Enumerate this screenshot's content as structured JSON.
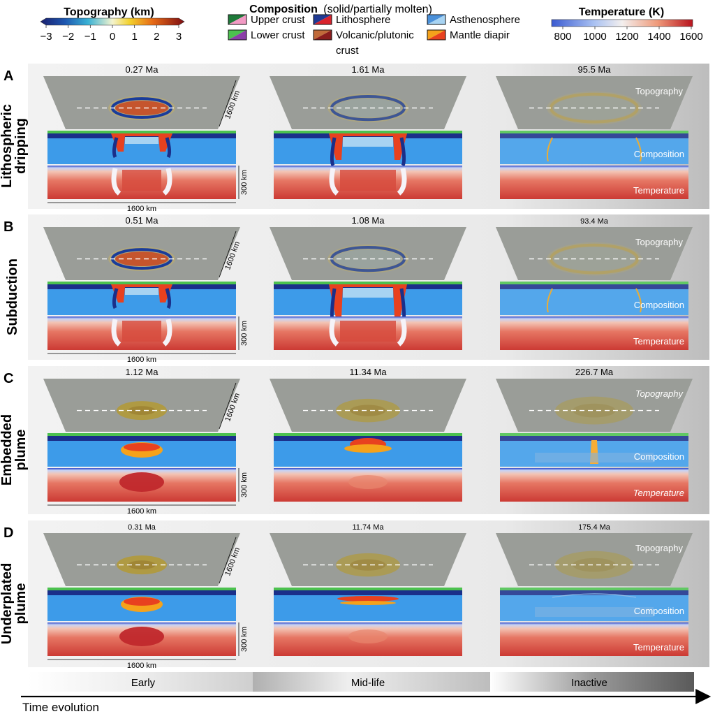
{
  "legend": {
    "topography": {
      "title": "Topography (km)",
      "ticks": [
        "−3",
        "−2",
        "−1",
        "0",
        "1",
        "2",
        "3"
      ]
    },
    "composition": {
      "title": "Composition",
      "subtitle": "(solid/partially molten)",
      "items": [
        {
          "label": "Upper crust",
          "solid": "#1f7a3a",
          "molten": "#f29ac4"
        },
        {
          "label": "Lower crust",
          "solid": "#4cc14f",
          "molten": "#8b3fa8"
        },
        {
          "label": "Lithosphere",
          "solid": "#1f3a93",
          "molten": "#d9232d"
        },
        {
          "label": "Volcanic/plutonic",
          "label2": "crust",
          "solid": "#c06a3a",
          "molten": "#8a1d1d"
        },
        {
          "label": "Asthenosphere",
          "solid": "#4a90d9",
          "molten": "#a7d3f2"
        },
        {
          "label": "Mantle diapir",
          "solid": "#f5a21b",
          "molten": "#e8411f"
        }
      ]
    },
    "temperature": {
      "title": "Temperature (K)",
      "ticks": [
        "800",
        "1000",
        "1200",
        "1400",
        "1600"
      ]
    }
  },
  "rows": [
    {
      "letter": "A",
      "name_lines": [
        "Lithospheric",
        "dripping"
      ],
      "times": [
        "0.27 Ma",
        "1.61 Ma",
        "95.5 Ma"
      ]
    },
    {
      "letter": "B",
      "name_lines": [
        "Subduction"
      ],
      "times": [
        "0.51 Ma",
        "1.08 Ma",
        "93.4 Ma"
      ]
    },
    {
      "letter": "C",
      "name_lines": [
        "Embedded",
        "plume"
      ],
      "times": [
        "1.12 Ma",
        "11.34 Ma",
        "226.7 Ma"
      ]
    },
    {
      "letter": "D",
      "name_lines": [
        "Underplated",
        "plume"
      ],
      "times": [
        "0.31 Ma",
        "11.74 Ma",
        "175.4 Ma"
      ]
    }
  ],
  "panel_labels": {
    "topography": "Topography",
    "composition": "Composition",
    "temperature": "Temperature"
  },
  "scale": {
    "width": "1600 km",
    "depth": "300 km",
    "length": "1600 km"
  },
  "stages": [
    "Early",
    "Mid-life",
    "Inactive"
  ],
  "time_axis": "Time evolution",
  "colors": {
    "plateau": "#9a9d98",
    "asthenosphere": "#3d9be9",
    "lithosphere": "#1a2f8a",
    "crust": "#4cc14f",
    "mantle_hot": "#d8463a",
    "diapir": "#f5a21b",
    "diapir_hot": "#e8411f",
    "row_bg": "#ececec"
  }
}
